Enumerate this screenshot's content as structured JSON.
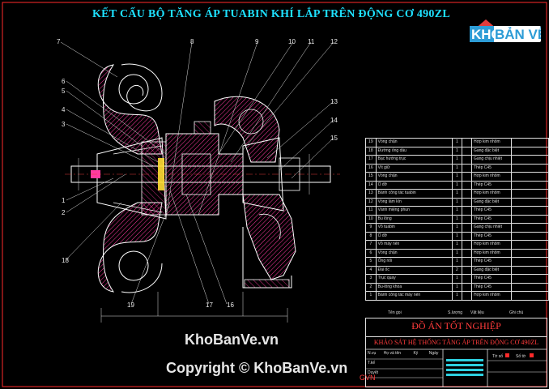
{
  "title": "KẾT CẤU BỘ TĂNG ÁP TUABIN KHÍ LẮP TRÊN ĐỘNG CƠ 490ZL",
  "logo": {
    "part1": "KHO",
    "part2": "BẢN VẼ"
  },
  "watermark_site": "KhoBanVe.vn",
  "watermark_copyright": "Copyright © KhoBanVe.vn",
  "callouts": [
    "1",
    "2",
    "3",
    "4",
    "5",
    "6",
    "7",
    "8",
    "9",
    "10",
    "11",
    "12",
    "13",
    "14",
    "15",
    "16",
    "17",
    "18",
    "19"
  ],
  "parts_table": [
    {
      "no": "19",
      "name": "Vòng chặn",
      "qty": "1",
      "mat": "Hợp kim nhôm"
    },
    {
      "no": "18",
      "name": "Đường ống dầu",
      "qty": "1",
      "mat": "Gang đặc biệt"
    },
    {
      "no": "17",
      "name": "Bạc hướng trục",
      "qty": "1",
      "mat": "Gang chịu nhiệt"
    },
    {
      "no": "16",
      "name": "Vít giữ",
      "qty": "1",
      "mat": "Thép C45"
    },
    {
      "no": "15",
      "name": "Vòng chặn",
      "qty": "1",
      "mat": "Hợp kim nhôm"
    },
    {
      "no": "14",
      "name": "Ổ đỡ",
      "qty": "1",
      "mat": "Thép C45"
    },
    {
      "no": "13",
      "name": "Bánh công tác tuabin",
      "qty": "1",
      "mat": "Hợp kim nhôm"
    },
    {
      "no": "12",
      "name": "Vòng làm kín",
      "qty": "1",
      "mat": "Gang đặc biệt"
    },
    {
      "no": "11",
      "name": "Vành miệng phun",
      "qty": "1",
      "mat": "Thép C45"
    },
    {
      "no": "10",
      "name": "Bu lông",
      "qty": "1",
      "mat": "Thép C45"
    },
    {
      "no": "9",
      "name": "Vỏ tuabin",
      "qty": "1",
      "mat": "Gang chịu nhiệt"
    },
    {
      "no": "8",
      "name": "Ổ đỡ",
      "qty": "1",
      "mat": "Thép C45"
    },
    {
      "no": "7",
      "name": "Vỏ máy nén",
      "qty": "1",
      "mat": "Hợp kim nhôm"
    },
    {
      "no": "6",
      "name": "Vòng chặn",
      "qty": "1",
      "mat": "Hợp kim nhôm"
    },
    {
      "no": "5",
      "name": "Ống nối",
      "qty": "1",
      "mat": "Thép C45"
    },
    {
      "no": "4",
      "name": "Đai ốc",
      "qty": "2",
      "mat": "Gang đặc biệt"
    },
    {
      "no": "3",
      "name": "Trục quay",
      "qty": "1",
      "mat": "Thép C45"
    },
    {
      "no": "2",
      "name": "Bu-lông khóa",
      "qty": "1",
      "mat": "Thép C45"
    },
    {
      "no": "1",
      "name": "Bánh công tác máy nén",
      "qty": "1",
      "mat": "Hợp kim nhôm"
    }
  ],
  "legend": {
    "col1": "Tên gọi",
    "col2": "S.lượng",
    "col3": "Vật liệu",
    "col4": "Ghi chú"
  },
  "title_block": {
    "heading": "ĐỒ ÁN TỐT NGHIỆP",
    "subheading": "KHẢO SÁT HỆ THỐNG TĂNG ÁP TRÊN ĐỘNG CƠ 490ZL",
    "row1": [
      "N.vụ",
      "Họ và tên",
      "Ký",
      "Ngày"
    ],
    "row2": [
      "T.kế",
      "",
      "",
      ""
    ],
    "row3": [
      "Duyệt",
      "",
      "",
      ""
    ],
    "sheet_label": "Tờ số",
    "scale_label": "Số tờ",
    "code": "GVN"
  },
  "colors": {
    "title": "#1ee0ff",
    "border": "#ff2a2a",
    "hatch": "#ff3aa0",
    "drawing": "#ffffff",
    "titleblock_text": "#ff3b3b"
  }
}
